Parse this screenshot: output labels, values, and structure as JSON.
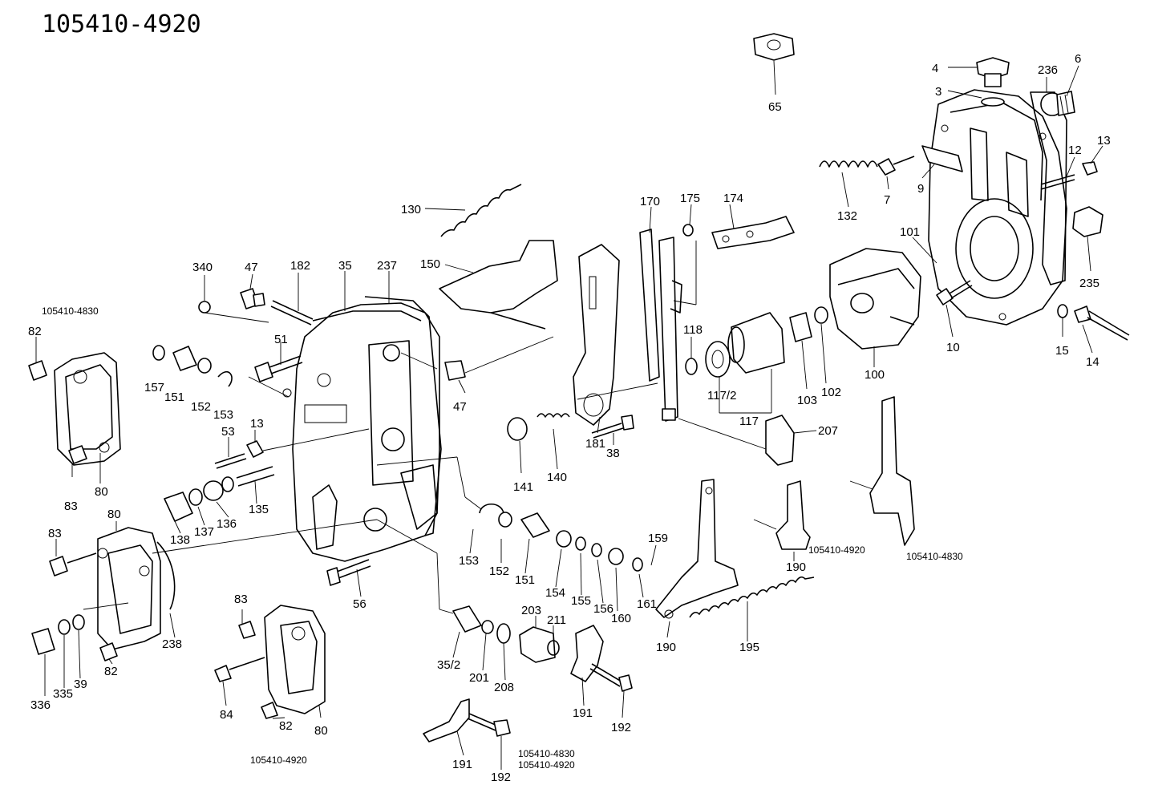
{
  "title": "105410-4920",
  "notes": [
    "105410-4830",
    "105410-4920",
    "105410-4830",
    "105410-4920",
    "105410-4830",
    "105410-4920"
  ],
  "labels": [
    "4",
    "3",
    "236",
    "6",
    "65",
    "13",
    "12",
    "132",
    "7",
    "9",
    "101",
    "235",
    "10",
    "15",
    "14",
    "170",
    "175",
    "174",
    "130",
    "150",
    "340",
    "47",
    "182",
    "35",
    "237",
    "82",
    "51",
    "157",
    "151",
    "152",
    "153",
    "47",
    "13",
    "53",
    "118",
    "117/2",
    "117",
    "103",
    "102",
    "100",
    "207",
    "141",
    "140",
    "181",
    "38",
    "83",
    "80",
    "138",
    "137",
    "136",
    "135",
    "80",
    "83",
    "153",
    "152",
    "151",
    "154",
    "155",
    "156",
    "160",
    "161",
    "159",
    "190",
    "190",
    "195",
    "238",
    "56",
    "83",
    "336",
    "335",
    "39",
    "82",
    "84",
    "82",
    "80",
    "35/2",
    "201",
    "208",
    "203",
    "211",
    "191",
    "192",
    "191",
    "192"
  ]
}
